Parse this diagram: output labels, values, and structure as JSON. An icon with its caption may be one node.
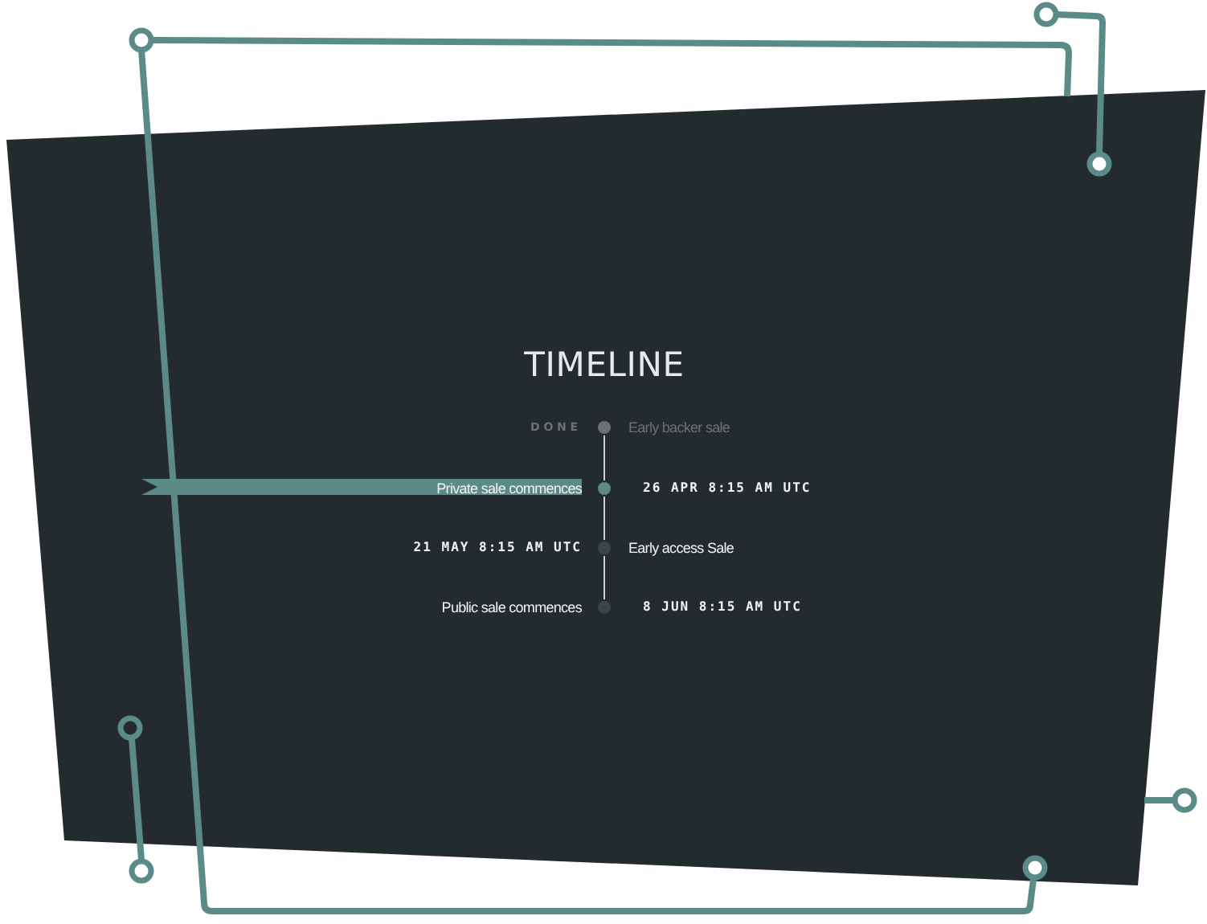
{
  "diagram": {
    "title": "TIMELINE",
    "nodes": [
      {
        "text": [],
        "shape": "circle",
        "beside": [
          "DONE",
          "Early backer sale"
        ]
      },
      {
        "text": [],
        "shape": "circle",
        "beside": [
          "Private sale commences",
          "26 APR 8:15 AM UTC"
        ]
      },
      {
        "text": [],
        "shape": "circle",
        "beside": [
          "21 MAY 8:15 AM UTC",
          "Early access Sale"
        ]
      },
      {
        "text": [],
        "shape": "circle",
        "beside": [
          "Public sale commences",
          "8 JUN 8:15 AM UTC"
        ]
      }
    ],
    "edges": [
      {
        "from": 0,
        "to": 1,
        "arrow": "none"
      },
      {
        "from": 1,
        "to": 2,
        "arrow": "none"
      },
      {
        "from": 2,
        "to": 3,
        "arrow": "none"
      }
    ]
  }
}
